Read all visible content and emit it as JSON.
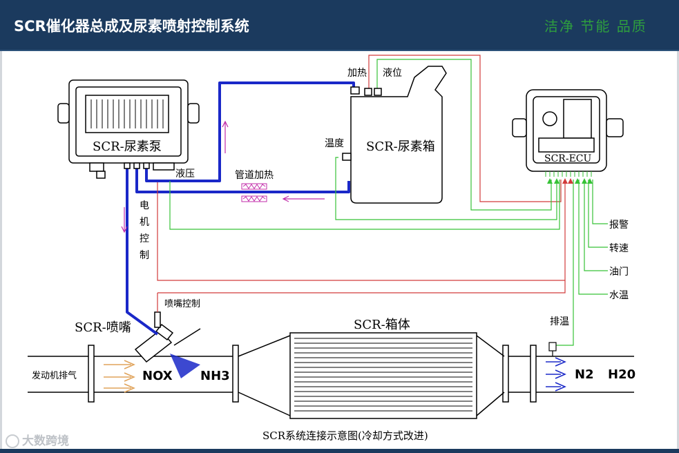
{
  "header": {
    "title": "SCR催化器总成及尿素喷射控制系统",
    "slogan": "洁净  节能  品质"
  },
  "colors": {
    "header_bg": "#1b3a5e",
    "slogan": "#2e9e3e",
    "urea_line": "#1a28c8",
    "heating_line": "#d23a3a",
    "signal_line": "#36c236",
    "flow_arrow": "#e0a35a",
    "signal_arrow": "#c02aa8"
  },
  "labels": {
    "pump": "SCR-尿素泵",
    "tank": "SCR-尿素箱",
    "ecu": "SCR-ECU",
    "nozzle": "SCR-喷嘴",
    "catalyst": "SCR-箱体",
    "heating": "加热",
    "level": "液位",
    "temperature": "温度",
    "pressure": "液压",
    "pipe_heating": "管道加热",
    "motor_control": "电机控制",
    "nozzle_control": "喷嘴控制",
    "exhaust_temp": "排温",
    "alarm": "报警",
    "speed": "转速",
    "throttle": "油门",
    "water_temp": "水温",
    "engine_exhaust": "发动机排气",
    "nox": "NOX",
    "nh3": "NH3",
    "n2": "N2",
    "h2o": "H20"
  },
  "caption": "SCR系统连接示意图(冷却方式改进)",
  "watermark": "大数跨境"
}
